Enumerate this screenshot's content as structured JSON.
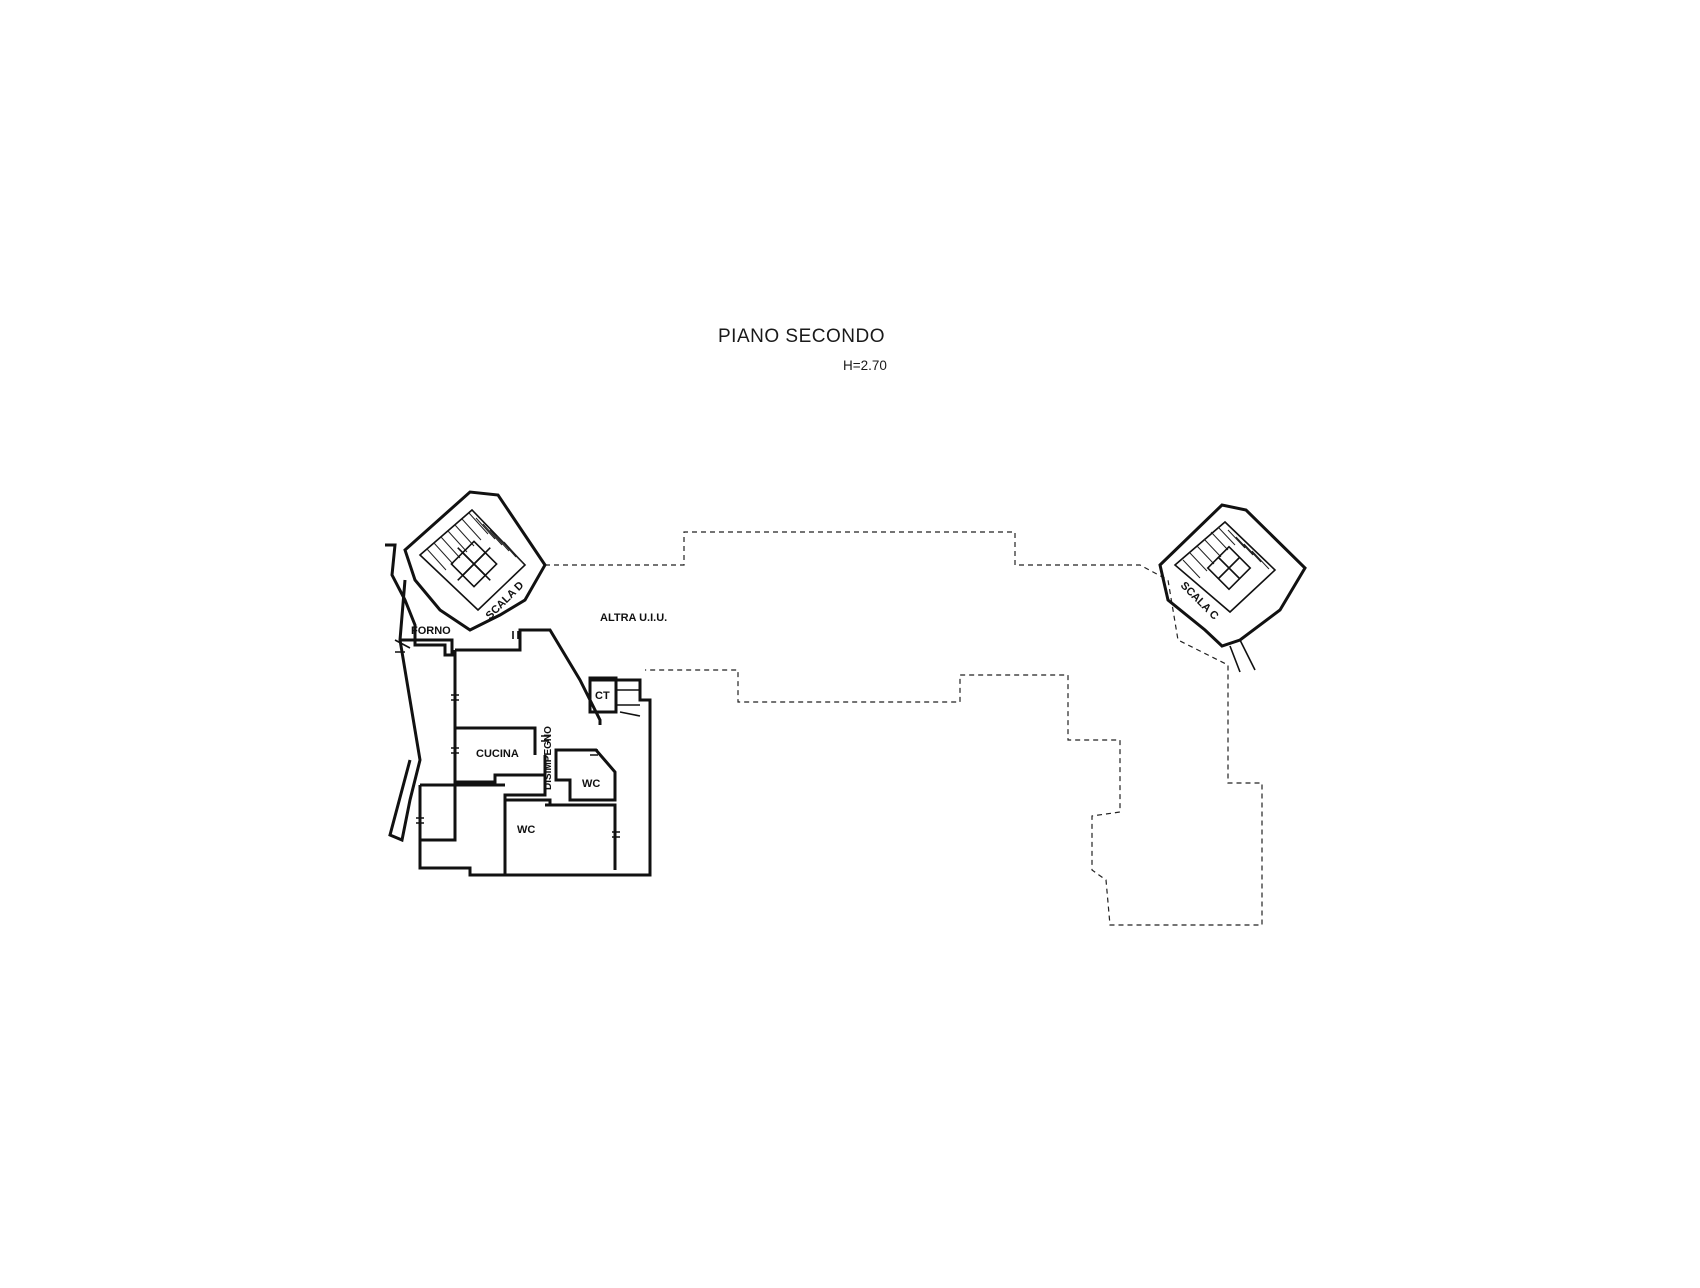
{
  "plan": {
    "title": "PIANO SECONDO",
    "height_label": "H=2.70",
    "rooms": {
      "forno": "FORNO",
      "scala_d": "SCALA D",
      "scala_c": "SCALA C",
      "altra_uiu": "ALTRA U.I.U.",
      "ct": "CT",
      "cucina": "CUCINA",
      "disimpegno": "DISIMPEGNO",
      "wc_1": "WC",
      "wc_2": "WC"
    }
  },
  "colors": {
    "ink": "#111111",
    "paper": "#ffffff"
  }
}
